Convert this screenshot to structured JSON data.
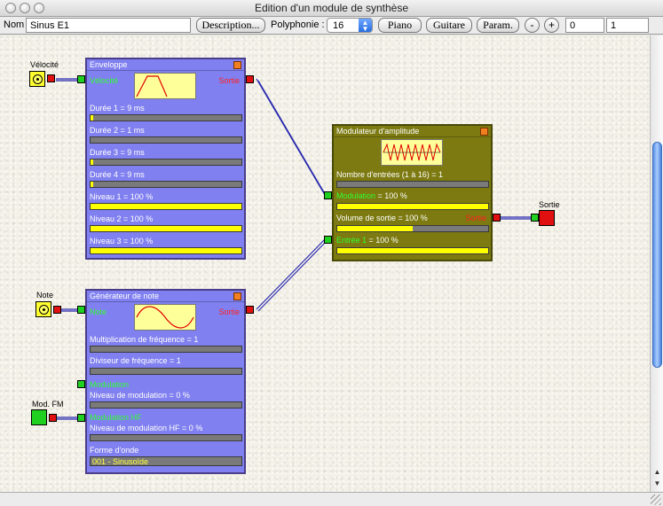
{
  "window": {
    "title": "Edition d'un module de synthèse"
  },
  "toolbar": {
    "nom_label": "Nom",
    "nom_value": "Sinus E1",
    "description_button": "Description...",
    "polyphonie_label": "Polyphonie :",
    "polyphonie_value": "16",
    "piano_button": "Piano",
    "guitare_button": "Guitare",
    "param_button": "Param.",
    "minus_button": "-",
    "plus_button": "+",
    "field_a": "0",
    "field_b": "1"
  },
  "externals": {
    "velocite": "Vélocité",
    "note": "Note",
    "mod_fm": "Mod. FM",
    "sortie": "Sortie"
  },
  "enveloppe": {
    "title": "Enveloppe",
    "input_label": "Vélocité",
    "output_label": "Sortie",
    "params": [
      {
        "label": "Durée 1 = 9 ms",
        "level": 0.02
      },
      {
        "label": "Durée 2 = 1 ms",
        "level": 0.0
      },
      {
        "label": "Durée 3 = 9 ms",
        "level": 0.02
      },
      {
        "label": "Durée 4 = 9 ms",
        "level": 0.02
      },
      {
        "label": "Niveau 1 = 100 %",
        "level": 1.0
      },
      {
        "label": "Niveau 2 = 100 %",
        "level": 1.0
      },
      {
        "label": "Niveau 3 = 100 %",
        "level": 1.0
      }
    ]
  },
  "generateur": {
    "title": "Générateur de note",
    "input_label": "Note",
    "output_label": "Sortie",
    "mult_label": "Multiplication de fréquence = 1",
    "mult_level": 0.0,
    "div_label": "Diviseur de fréquence = 1",
    "div_level": 0.0,
    "modulation_label": "Modulation",
    "niveau_mod_label": "Niveau de modulation = 0 %",
    "niveau_mod_level": 0.0,
    "modulation_hf_label": "Modulation HF",
    "niveau_mod_hf_label": "Niveau de modulation HF = 0 %",
    "niveau_mod_hf_level": 0.0,
    "forme_label": "Forme d'onde",
    "forme_value": "001 - Sinusoïde"
  },
  "modulateur": {
    "title": "Modulateur d'amplitude",
    "entrees_label": "Nombre d'entrées (1 à 16) = 1",
    "entrees_level": 0.0,
    "modulation_label": "Modulation",
    "modulation_value": " = 100 %",
    "modulation_level": 1.0,
    "volume_label": "Volume de sortie = 100 %",
    "volume_level": 0.5,
    "output_label": "Sortie",
    "entree1_label": "Entrée 1",
    "entree1_value": " = 100 %",
    "entree1_level": 1.0
  },
  "colors": {
    "module_purple": "#8080f0",
    "module_olive": "#7c7a10",
    "port_in": "#20d020",
    "port_out": "#e01010",
    "bar_fill": "#ffff00"
  }
}
